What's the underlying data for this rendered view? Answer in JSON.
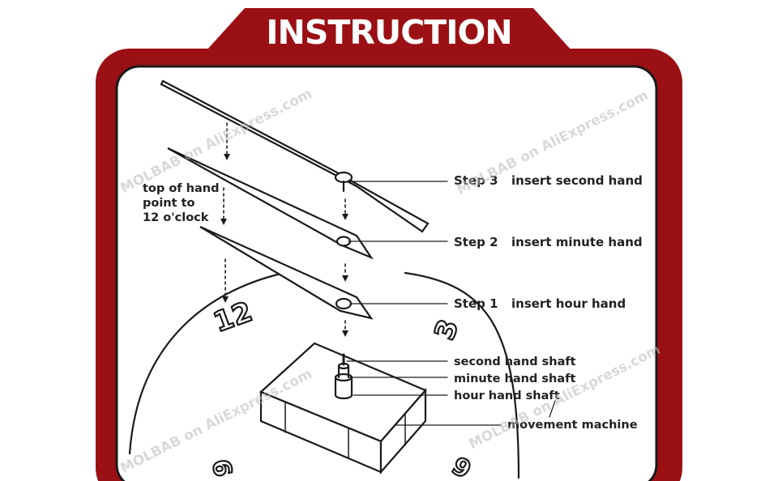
{
  "title": "INSTRUCTION",
  "colors": {
    "frame_red": "#9b1014",
    "line": "#1a1a1a",
    "panel": "#ffffff"
  },
  "hand_note": [
    "top of hand",
    "point to",
    "12 o'clock"
  ],
  "steps": [
    {
      "step": "Step 3",
      "text": "insert second hand"
    },
    {
      "step": "Step 2",
      "text": "insert minute hand"
    },
    {
      "step": "Step 1",
      "text": "insert hour hand"
    }
  ],
  "parts": {
    "second_shaft": "second hand shaft",
    "minute_shaft": "minute hand shaft",
    "hour_shaft": "hour hand shaft",
    "movement": "movement machine"
  },
  "dial_numbers": {
    "twelve": "12",
    "three": "3",
    "six": "6",
    "nine": "9"
  },
  "watermark": "MOLBAB on AliExpress.com"
}
